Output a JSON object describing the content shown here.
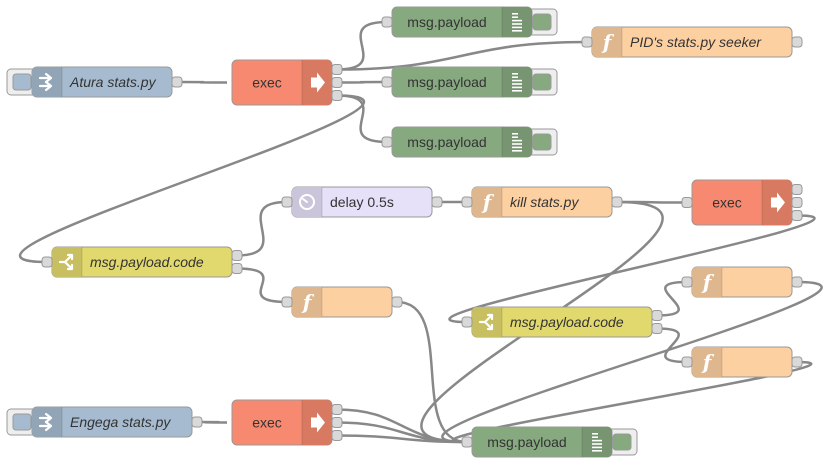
{
  "flow": {
    "nodes": [
      {
        "id": "inject_atura",
        "type": "inject",
        "label": "Atura stats.py",
        "italic": true,
        "color": "#a6bbcf",
        "icon": "inject-arrow-icon",
        "button": "left"
      },
      {
        "id": "exec_1",
        "type": "exec",
        "label": "exec",
        "italic": false,
        "color": "#f6896f",
        "icon": "exec-arrow-icon"
      },
      {
        "id": "debug_1",
        "type": "debug",
        "label": "msg.payload",
        "italic": false,
        "color": "#87a980",
        "icon": "debug-list-icon",
        "button": "right"
      },
      {
        "id": "debug_2",
        "type": "debug",
        "label": "msg.payload",
        "italic": false,
        "color": "#87a980",
        "icon": "debug-list-icon",
        "button": "right"
      },
      {
        "id": "debug_3",
        "type": "debug",
        "label": "msg.payload",
        "italic": false,
        "color": "#87a980",
        "icon": "debug-list-icon",
        "button": "right"
      },
      {
        "id": "func_pid_seeker",
        "type": "function",
        "label": "PID's stats.py seeker",
        "italic": true,
        "color": "#fdd0a2",
        "icon": "function-icon"
      },
      {
        "id": "switch_1",
        "type": "switch",
        "label": "msg.payload.code",
        "italic": true,
        "color": "#e2d96e",
        "icon": "switch-icon"
      },
      {
        "id": "delay_1",
        "type": "delay",
        "label": "delay 0.5s",
        "italic": false,
        "color": "#e6e0f8",
        "icon": "timer-icon"
      },
      {
        "id": "func_kill",
        "type": "function",
        "label": "kill stats.py",
        "italic": true,
        "color": "#fdd0a2",
        "icon": "function-icon"
      },
      {
        "id": "exec_2",
        "type": "exec",
        "label": "exec",
        "italic": false,
        "color": "#f6896f",
        "icon": "exec-arrow-icon"
      },
      {
        "id": "func_empty_1",
        "type": "function",
        "label": "",
        "italic": false,
        "color": "#fdd0a2",
        "icon": "function-icon"
      },
      {
        "id": "switch_2",
        "type": "switch",
        "label": "msg.payload.code",
        "italic": true,
        "color": "#e2d96e",
        "icon": "switch-icon"
      },
      {
        "id": "func_empty_2",
        "type": "function",
        "label": "",
        "italic": false,
        "color": "#fdd0a2",
        "icon": "function-icon"
      },
      {
        "id": "func_empty_3",
        "type": "function",
        "label": "",
        "italic": false,
        "color": "#fdd0a2",
        "icon": "function-icon"
      },
      {
        "id": "inject_engega",
        "type": "inject",
        "label": "Engega stats.py",
        "italic": true,
        "color": "#a6bbcf",
        "icon": "inject-arrow-icon",
        "button": "left"
      },
      {
        "id": "exec_3",
        "type": "exec",
        "label": "exec",
        "italic": false,
        "color": "#f6896f",
        "icon": "exec-arrow-icon"
      },
      {
        "id": "debug_4",
        "type": "debug",
        "label": "msg.payload",
        "italic": false,
        "color": "#87a980",
        "icon": "debug-list-icon",
        "button": "right"
      }
    ],
    "wires": [
      {
        "from": "inject_atura",
        "port": 0,
        "to": "exec_1"
      },
      {
        "from": "exec_1",
        "port": 0,
        "to": "debug_1"
      },
      {
        "from": "exec_1",
        "port": 0,
        "to": "func_pid_seeker"
      },
      {
        "from": "exec_1",
        "port": 1,
        "to": "debug_2"
      },
      {
        "from": "exec_1",
        "port": 2,
        "to": "debug_3"
      },
      {
        "from": "exec_1",
        "port": 2,
        "to": "switch_1"
      },
      {
        "from": "switch_1",
        "port": 0,
        "to": "delay_1"
      },
      {
        "from": "switch_1",
        "port": 1,
        "to": "func_empty_1"
      },
      {
        "from": "delay_1",
        "port": 0,
        "to": "func_kill"
      },
      {
        "from": "func_kill",
        "port": 0,
        "to": "exec_2"
      },
      {
        "from": "func_kill",
        "port": 0,
        "to": "debug_4"
      },
      {
        "from": "exec_2",
        "port": 2,
        "to": "switch_2"
      },
      {
        "from": "switch_2",
        "port": 0,
        "to": "func_empty_2"
      },
      {
        "from": "switch_2",
        "port": 1,
        "to": "func_empty_3"
      },
      {
        "from": "func_empty_1",
        "port": 0,
        "to": "debug_4"
      },
      {
        "from": "func_empty_2",
        "port": 0,
        "to": "debug_4"
      },
      {
        "from": "func_empty_3",
        "port": 0,
        "to": "debug_4"
      },
      {
        "from": "inject_engega",
        "port": 0,
        "to": "exec_3"
      },
      {
        "from": "exec_3",
        "port": 0,
        "to": "debug_4"
      },
      {
        "from": "exec_3",
        "port": 1,
        "to": "debug_4"
      },
      {
        "from": "exec_3",
        "port": 2,
        "to": "debug_4"
      }
    ]
  }
}
